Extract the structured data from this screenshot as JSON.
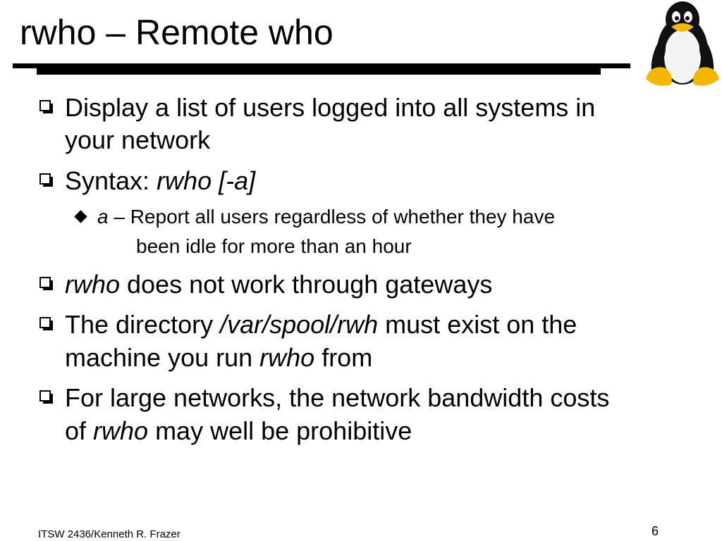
{
  "slide": {
    "title": "rwho – Remote who",
    "bullets": {
      "b1_line1": "Display a list of users logged into all systems in",
      "b1_line2": "your network",
      "b2_text": "Syntax: ",
      "b2_cmd": "rwho [-a]",
      "sub_flag": "a",
      "sub_line1": " – Report all users regardless of whether they have",
      "sub_line2": "been idle for more than an hour",
      "b3_cmd": "rwho",
      "b3_rest": " does not work through gateways",
      "b4_pre": "The directory ",
      "b4_path": "/var/spool/rwh",
      "b4_post": " must exist on the",
      "b4_line2_pre": "machine you run ",
      "b4_line2_cmd": "rwho",
      "b4_line2_post": " from",
      "b5_line1": "For large networks, the network bandwidth costs",
      "b5_line2_pre": "of ",
      "b5_line2_cmd": "rwho",
      "b5_line2_post": " may well be prohibitive"
    },
    "footer": "ITSW 2436/Kenneth R. Frazer",
    "page_number": "6",
    "logo_icon": "tux-penguin-icon"
  }
}
